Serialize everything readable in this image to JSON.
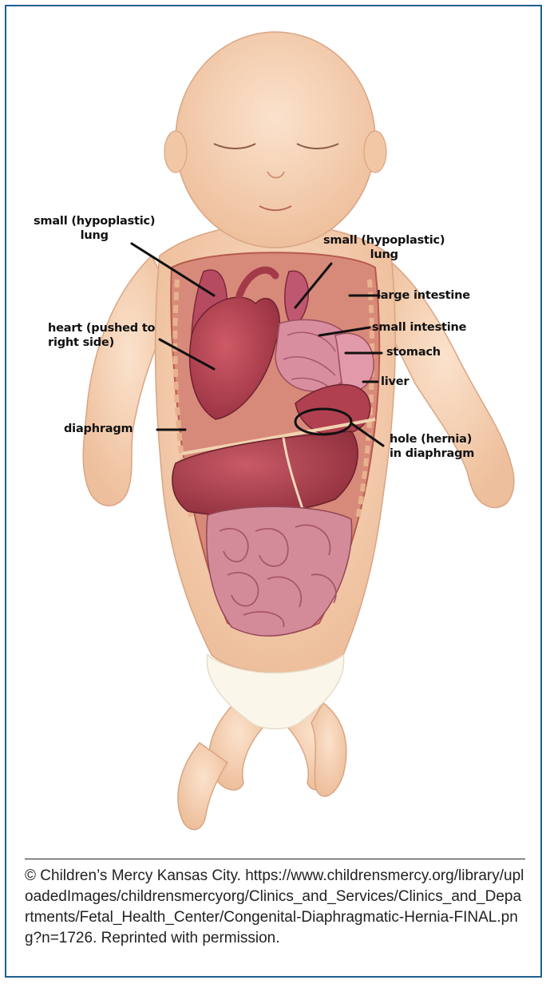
{
  "labels": {
    "lung_left": [
      "small (hypoplastic)",
      "lung"
    ],
    "lung_right": [
      "small (hypoplastic)",
      "lung"
    ],
    "large_intestine": "large intestine",
    "heart": [
      "heart (pushed to",
      "right side)"
    ],
    "small_intestine": "small intestine",
    "stomach": "stomach",
    "liver": "liver",
    "diaphragm": "diaphragm",
    "hernia": [
      "hole (hernia)",
      "in diaphragm"
    ]
  },
  "caption": "© Children’s Mercy Kansas City. https://www.childrensmercy.org/library/uploadedImages/childrensmercyorg/Clinics_and_Services/Clinics_and_Departments/Fetal_Health_Center/Congenital-Diaphragmatic-Hernia-FINAL.png?n=1726. Reprinted with permission.",
  "colors": {
    "frame": "#1b5f8f",
    "skin": "#f6d2b4",
    "organ": "#c2485a"
  }
}
